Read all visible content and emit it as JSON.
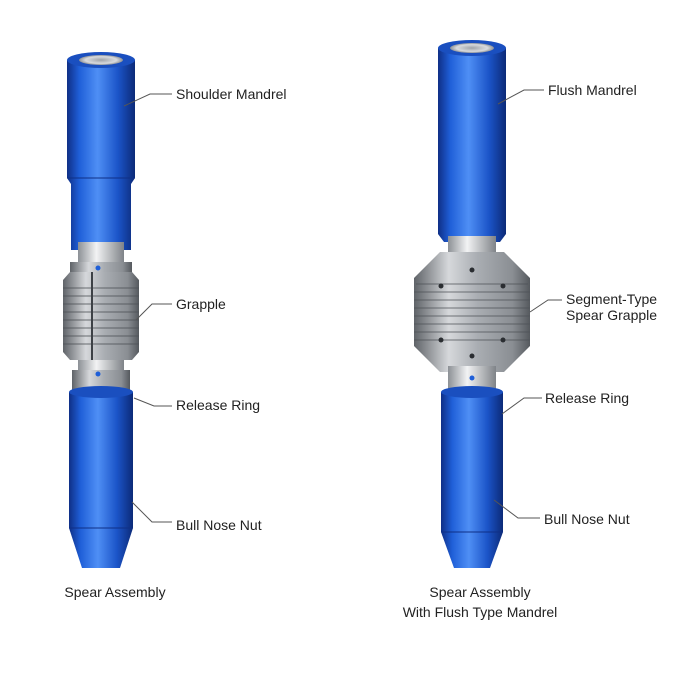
{
  "colors": {
    "body_blue": "#1f5fd8",
    "body_blue_dark": "#123c9c",
    "steel": "#b9bcc0",
    "steel_dark": "#6e7277",
    "leader_line": "#555555"
  },
  "left_assembly": {
    "caption": "Spear Assembly",
    "labels": {
      "shoulder_mandrel": "Shoulder  Mandrel",
      "grapple": "Grapple",
      "release_ring": "Release Ring",
      "bull_nose_nut": "Bull Nose Nut"
    }
  },
  "right_assembly": {
    "caption_line1": "Spear Assembly",
    "caption_line2": "With Flush Type Mandrel",
    "labels": {
      "flush_mandrel": "Flush  Mandrel",
      "segment_grapple_line1": "Segment-Type",
      "segment_grapple_line2": "Spear Grapple",
      "release_ring": "Release Ring",
      "bull_nose_nut": "Bull Nose Nut"
    }
  }
}
